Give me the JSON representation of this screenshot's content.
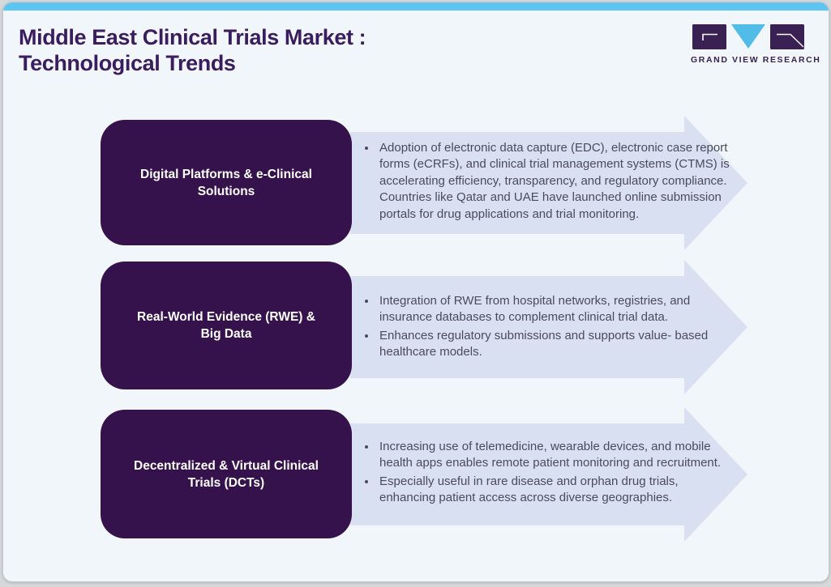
{
  "page": {
    "title_line1": "Middle East Clinical Trials Market :",
    "title_line2": "Technological Trends",
    "colors": {
      "accent_blue": "#5ec4f0",
      "deep_purple": "#36124d",
      "title_purple": "#3a1d5f",
      "arrow_fill": "#d8e0f1",
      "body_text": "#4a4b5e",
      "card_background": "#f1f6fa"
    }
  },
  "brand": {
    "wordmark": "GRAND VIEW RESEARCH"
  },
  "rows": [
    {
      "label": "Digital Platforms & e-Clinical Solutions",
      "bullets": [
        "Adoption of electronic data capture (EDC), electronic case report forms (eCRFs), and clinical trial management systems (CTMS) is accelerating efficiency, transparency, and regulatory compliance. Countries like Qatar and UAE have launched online submission portals for drug applications and trial monitoring."
      ]
    },
    {
      "label": "Real-World Evidence (RWE) & Big Data",
      "bullets": [
        "Integration of RWE from hospital networks, registries, and insurance databases to complement clinical trial data.",
        "Enhances regulatory submissions and supports value- based healthcare models."
      ]
    },
    {
      "label": "Decentralized & Virtual Clinical Trials (DCTs)",
      "bullets": [
        "Increasing use of telemedicine, wearable devices, and mobile health apps enables remote patient monitoring and recruitment.",
        "Especially useful in rare disease and orphan drug trials, enhancing patient access across diverse geographies."
      ]
    }
  ]
}
